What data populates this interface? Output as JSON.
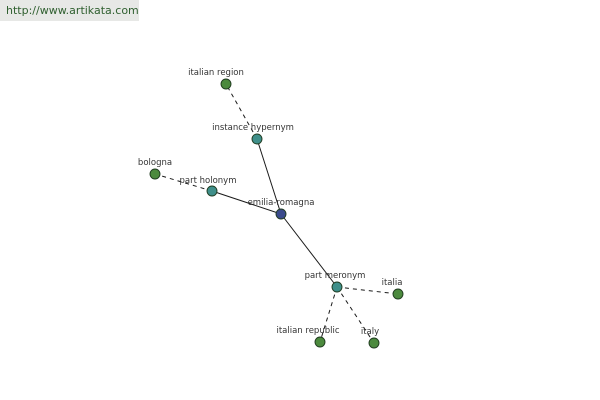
{
  "header": {
    "url": "http://www.artikata.com"
  },
  "colors": {
    "center_node": "#3a4a8c",
    "relation_node": "#3f8f8a",
    "leaf_node": "#4c8a3e",
    "edge": "#1a1a1a"
  },
  "graph": {
    "nodes": [
      {
        "id": "emilia-romagna",
        "label": "emilia-romagna",
        "kind": "center"
      },
      {
        "id": "instance-hypernym",
        "label": "instance hypernym",
        "kind": "relation"
      },
      {
        "id": "part-holonym",
        "label": "part holonym",
        "kind": "relation"
      },
      {
        "id": "part-meronym",
        "label": "part meronym",
        "kind": "relation"
      },
      {
        "id": "italian-region",
        "label": "italian region",
        "kind": "leaf"
      },
      {
        "id": "bologna",
        "label": "bologna",
        "kind": "leaf"
      },
      {
        "id": "italia",
        "label": "italia",
        "kind": "leaf"
      },
      {
        "id": "italian-republic",
        "label": "italian republic",
        "kind": "leaf"
      },
      {
        "id": "italy",
        "label": "italy",
        "kind": "leaf"
      }
    ],
    "edges": [
      {
        "from": "emilia-romagna",
        "to": "instance-hypernym",
        "style": "solid"
      },
      {
        "from": "emilia-romagna",
        "to": "part-holonym",
        "style": "solid"
      },
      {
        "from": "emilia-romagna",
        "to": "part-meronym",
        "style": "solid"
      },
      {
        "from": "instance-hypernym",
        "to": "italian-region",
        "style": "dashed"
      },
      {
        "from": "part-holonym",
        "to": "bologna",
        "style": "dashed"
      },
      {
        "from": "part-meronym",
        "to": "italia",
        "style": "dashed"
      },
      {
        "from": "part-meronym",
        "to": "italian-republic",
        "style": "dashed"
      },
      {
        "from": "part-meronym",
        "to": "italy",
        "style": "dashed"
      }
    ]
  }
}
